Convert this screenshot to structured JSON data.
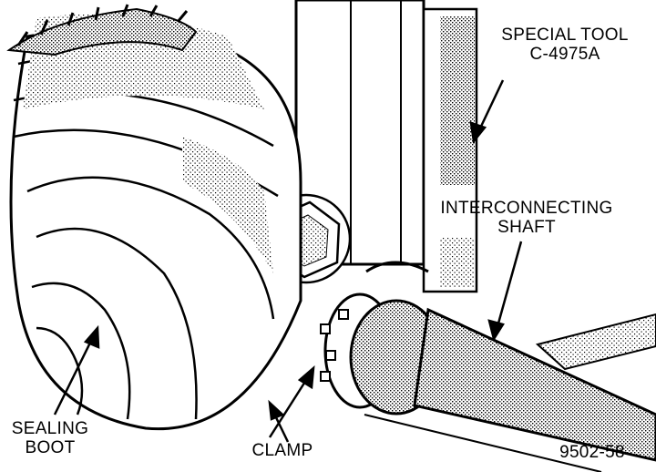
{
  "labels": {
    "special_tool_line1": "SPECIAL TOOL",
    "special_tool_line2": "C-4975A",
    "interconnecting_line1": "INTERCONNECTING",
    "interconnecting_line2": "SHAFT",
    "sealing_line1": "SEALING",
    "sealing_line2": "BOOT",
    "clamp": "CLAMP",
    "figure_number": "9502-58"
  }
}
